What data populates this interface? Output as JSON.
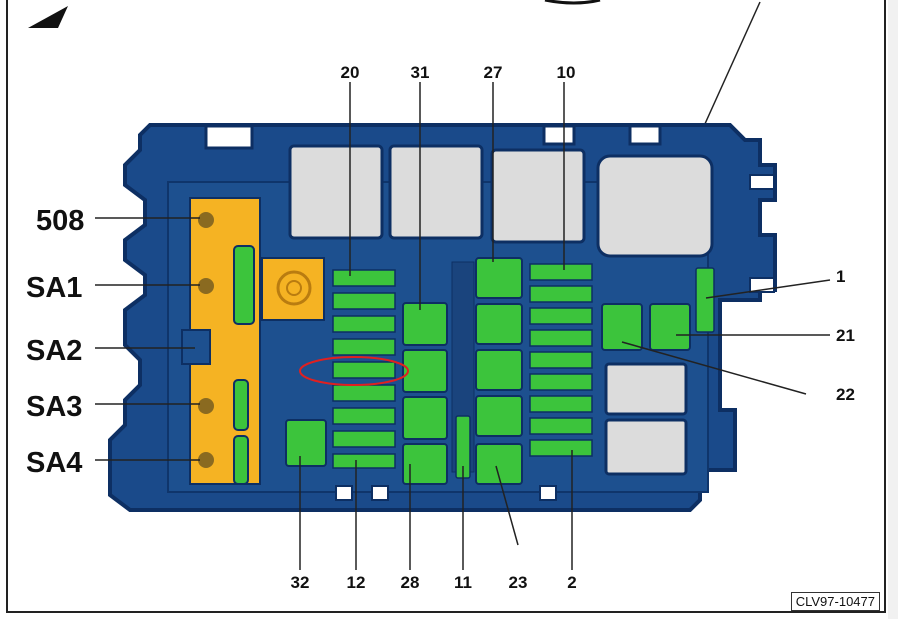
{
  "diagram": {
    "reference_code": "CLV97-10477",
    "labels": {
      "top": [
        "20",
        "31",
        "27",
        "10"
      ],
      "right": [
        "1",
        "21",
        "22"
      ],
      "bottom": [
        "32",
        "12",
        "28",
        "11",
        "23",
        "2"
      ],
      "left": [
        "508",
        "SA1",
        "SA2",
        "SA3",
        "SA4"
      ]
    }
  },
  "colors": {
    "housing": "#1a4a8a",
    "housing_dark": "#0d2f63",
    "fuse": "#3cc43c",
    "terminal": "#f5b323",
    "relay": "#dcdcdc",
    "highlight": "#e02020"
  }
}
